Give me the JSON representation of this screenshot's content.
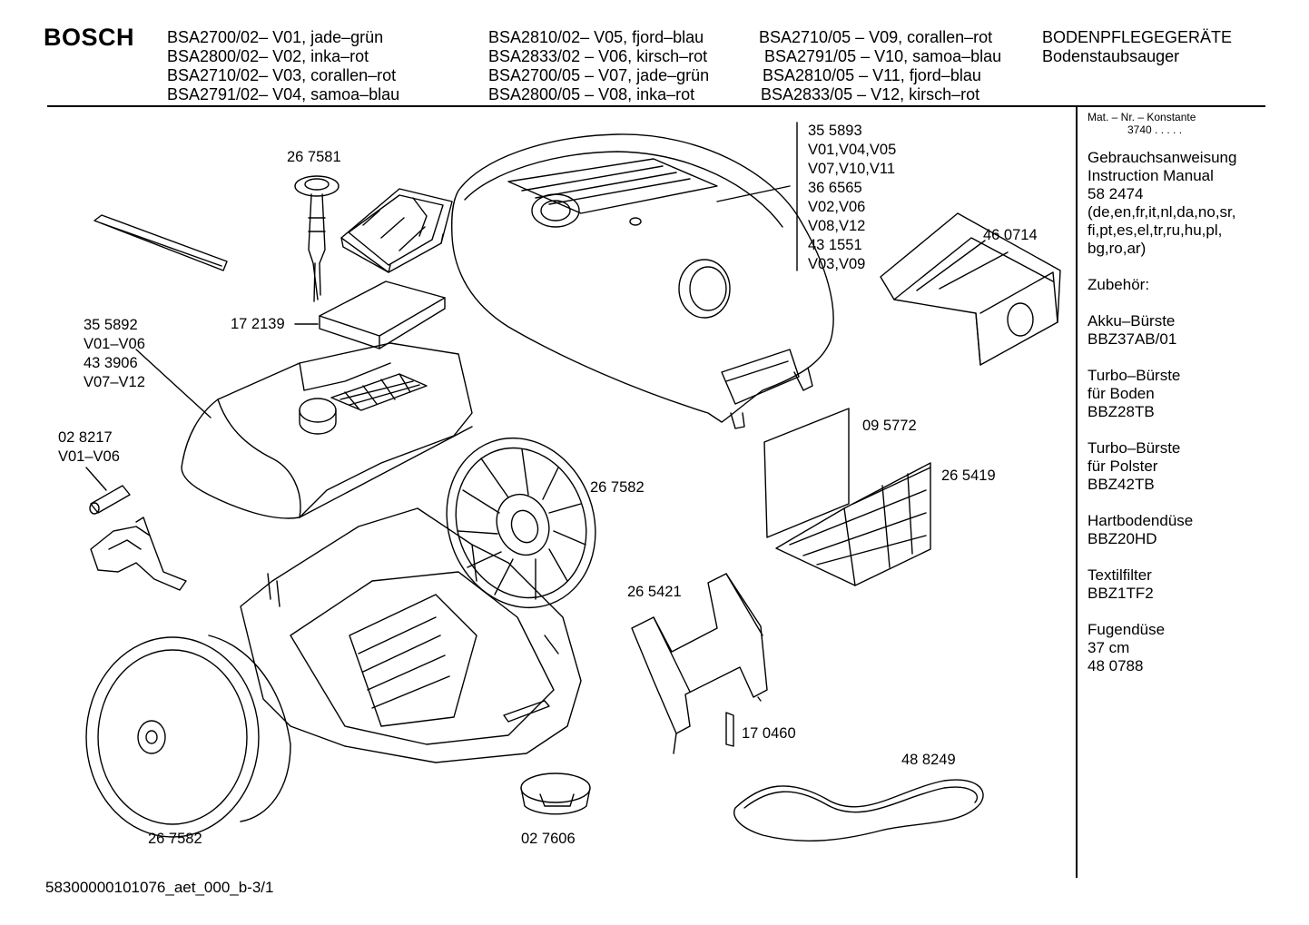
{
  "brand": "BOSCH",
  "header": {
    "col1": [
      "BSA2700/02– V01, jade–grün",
      "BSA2800/02– V02, inka–rot",
      "BSA2710/02– V03, corallen–rot",
      "BSA2791/02– V04, samoa–blau"
    ],
    "col2": [
      "BSA2810/02– V05, fjord–blau",
      "BSA2833/02 – V06, kirsch–rot",
      "BSA2700/05 – V07, jade–grün",
      "BSA2800/05 – V08, inka–rot"
    ],
    "col3": [
      "BSA2710/05 – V09, corallen–rot",
      "BSA2791/05 – V10, samoa–blau",
      "BSA2810/05 – V11, fjord–blau",
      "BSA2833/05 – V12, kirsch–rot"
    ],
    "category": "BODENPFLEGEGERÄTE",
    "subcategory": "Bodenstaubsauger"
  },
  "sidebar": {
    "mat_label": "Mat. – Nr. – Konstante",
    "mat_value": "3740  .  .  .  .  .",
    "groups": [
      [
        "Gebrauchsanweisung",
        "Instruction Manual",
        "58 2474",
        "(de,en,fr,it,nl,da,no,sr,",
        "fi,pt,es,el,tr,ru,hu,pl,",
        "bg,ro,ar)"
      ],
      [
        "Zubehör:"
      ],
      [
        "Akku–Bürste",
        "BBZ37AB/01"
      ],
      [
        "Turbo–Bürste",
        "für Boden",
        "BBZ28TB"
      ],
      [
        "Turbo–Bürste",
        "für Polster",
        "BBZ42TB"
      ],
      [
        "Hartbodendüse",
        "BBZ20HD"
      ],
      [
        "Textilfilter",
        "BBZ1TF2"
      ],
      [
        "Fugendüse",
        "37 cm",
        "48 0788"
      ]
    ]
  },
  "parts": {
    "p355893": [
      "35 5893",
      "V01,V04,V05",
      "V07,V10,V11",
      "36 6565",
      "V02,V06",
      "V08,V12",
      "43 1551",
      "V03,V09"
    ],
    "p267581": "26 7581",
    "p460714": "46 0714",
    "p355892": [
      "35 5892",
      "V01–V06",
      "43 3906",
      "V07–V12"
    ],
    "p172139": "17 2139",
    "p028217": [
      "02 8217",
      "V01–V06"
    ],
    "p267582_upper": "26 7582",
    "p095772": "09 5772",
    "p265419": "26 5419",
    "p265421": "26 5421",
    "p170460": "17 0460",
    "p488249": "48 8249",
    "p267582_lower": "26 7582",
    "p027606": "02 7606"
  },
  "footer": "58300000101076_aet_000_b-3/1"
}
